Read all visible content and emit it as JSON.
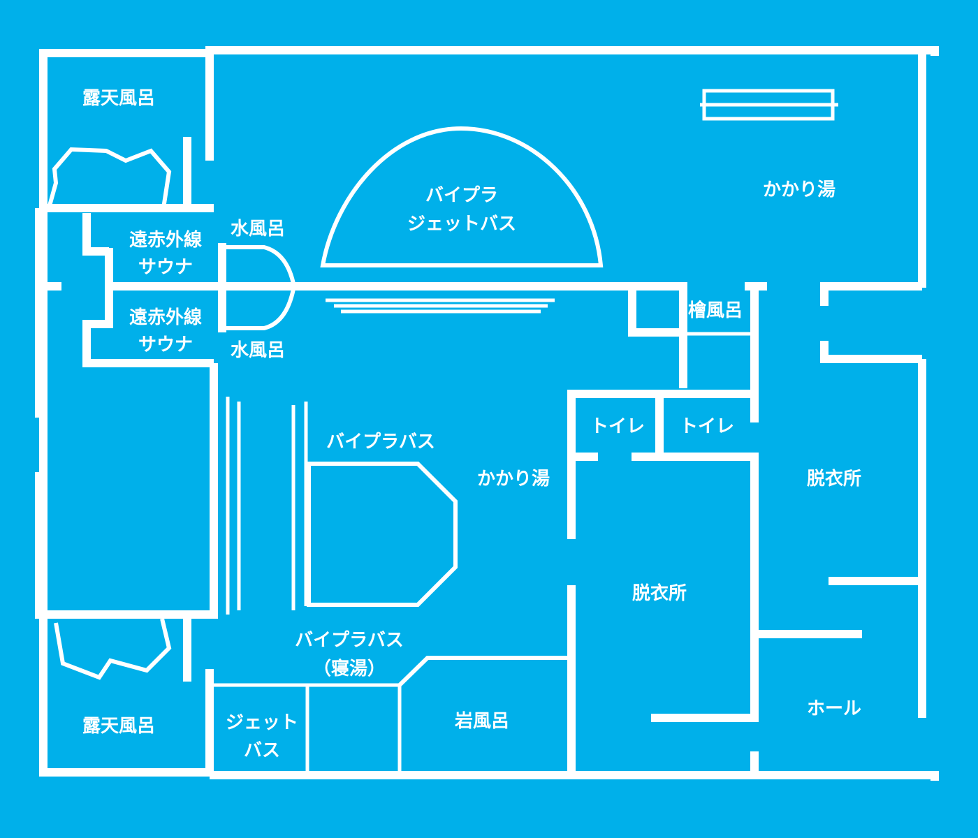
{
  "colors": {
    "background": "#00b0ea",
    "lines": "#ffffff"
  },
  "rooms": {
    "outdoor_bath_top": "露天風呂",
    "outdoor_bath_bottom": "露天風呂",
    "sauna_top_line1": "遠赤外線",
    "sauna_top_line2": "サウナ",
    "sauna_bottom_line1": "遠赤外線",
    "sauna_bottom_line2": "サウナ",
    "cold_bath_top": "水風呂",
    "cold_bath_bottom": "水風呂",
    "vibra_jet_line1": "バイプラ",
    "vibra_jet_line2": "ジェットバス",
    "kakariyu_top": "かかり湯",
    "kakariyu_center": "かかり湯",
    "hinoki_bath": "檜風呂",
    "toilet_left": "トイレ",
    "toilet_right": "トイレ",
    "vibra_bath": "バイプラバス",
    "vibra_bath_lying_line1": "バイプラバス",
    "vibra_bath_lying_line2": "（寝湯）",
    "changing_room_right": "脱衣所",
    "changing_room_center": "脱衣所",
    "jet_bath_line1": "ジェット",
    "jet_bath_line2": "バス",
    "rock_bath": "岩風呂",
    "hall": "ホール"
  }
}
